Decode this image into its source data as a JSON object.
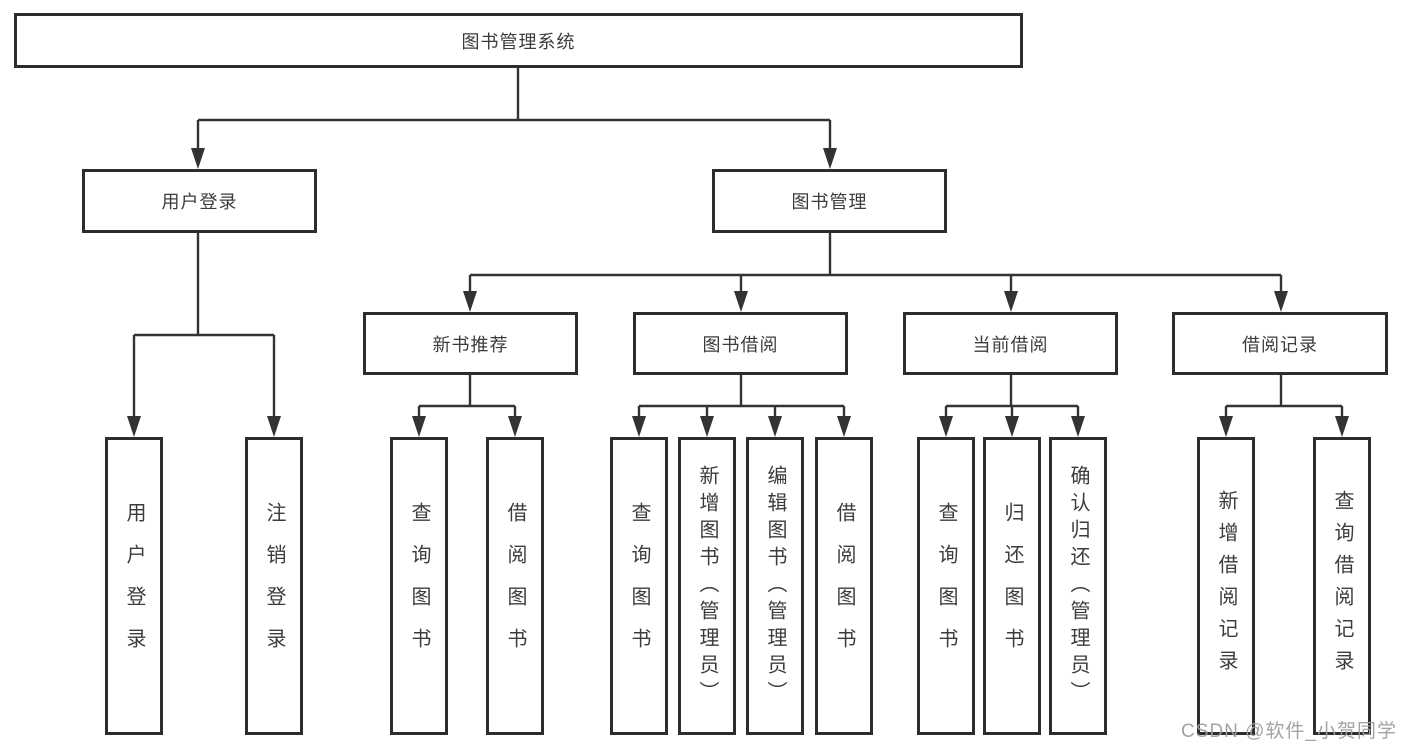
{
  "colors": {
    "line": "#333333",
    "box_border": "#2d2d2d",
    "text": "#3c3c3c",
    "watermark": "#9e9e9e",
    "background": "#ffffff"
  },
  "tree": {
    "root": "图书管理系统",
    "branches": [
      {
        "label": "用户登录",
        "children": [
          "用户登录",
          "注销登录"
        ]
      },
      {
        "label": "图书管理",
        "children": [
          {
            "label": "新书推荐",
            "children": [
              "查询图书",
              "借阅图书"
            ]
          },
          {
            "label": "图书借阅",
            "children": [
              "查询图书",
              "新增图书（管理员）",
              "编辑图书（管理员）",
              "借阅图书"
            ]
          },
          {
            "label": "当前借阅",
            "children": [
              "查询图书",
              "归还图书",
              "确认归还（管理员）"
            ]
          },
          {
            "label": "借阅记录",
            "children": [
              "新增借阅记录",
              "查询借阅记录"
            ]
          }
        ]
      }
    ]
  },
  "watermark": {
    "text": "CSDN @软件_小贺同学"
  }
}
